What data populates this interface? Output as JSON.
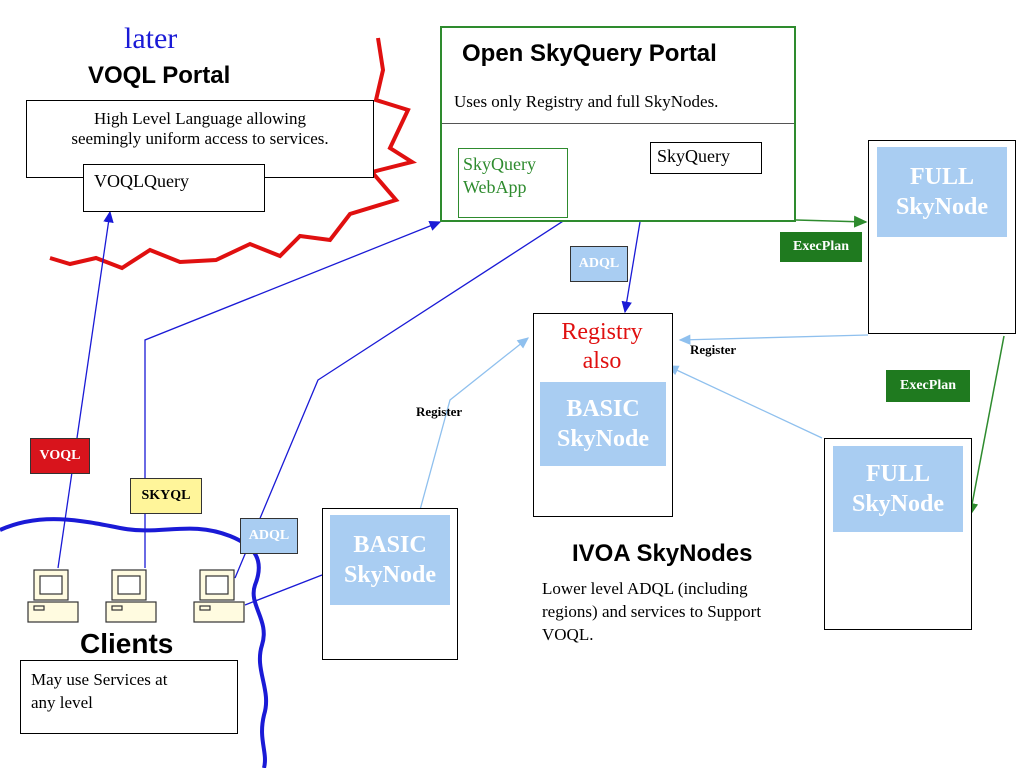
{
  "voql_portal": {
    "later": "later",
    "title": "VOQL Portal",
    "description_line1": "High Level Language allowing",
    "description_line2": "seemingly uniform access to services.",
    "query_label": "VOQLQuery"
  },
  "skyquery_portal": {
    "title": "Open SkyQuery Portal",
    "description": "Uses only Registry and full SkyNodes.",
    "webapp_line1": "SkyQuery",
    "webapp_line2": "WebApp",
    "skyquery_label": "SkyQuery"
  },
  "registry": {
    "line1": "Registry",
    "line2": "also",
    "node_line1": "BASIC",
    "node_line2": "SkyNode"
  },
  "full_node_top": {
    "line1": "FULL",
    "line2": "SkyNode"
  },
  "full_node_bottom": {
    "line1": "FULL",
    "line2": "SkyNode"
  },
  "basic_node_left": {
    "line1": "BASIC",
    "line2": "SkyNode"
  },
  "tags": {
    "adql_center": "ADQL",
    "adql_left": "ADQL",
    "voql": "VOQL",
    "skyql": "SKYQL",
    "execplan_top": "ExecPlan",
    "execplan_right": "ExecPlan",
    "register_left": "Register",
    "register_right": "Register"
  },
  "ivoa": {
    "title": "IVOA SkyNodes",
    "desc_line1": "Lower level  ADQL (including",
    "desc_line2": "regions) and services to Support",
    "desc_line3": "VOQL."
  },
  "clients": {
    "title": "Clients",
    "desc_line1": "May use Services at",
    "desc_line2": "any level"
  },
  "colors": {
    "node_blue": "#a9cdf2",
    "portal_green": "#2e8b2e",
    "exec_green": "#1f7a1f",
    "red_line": "#e01010",
    "blue_wave": "#1a1ad6",
    "voql_red": "#d8141c",
    "skyql_yellow": "#fff59a",
    "adql_blue": "#a9cdf2"
  }
}
